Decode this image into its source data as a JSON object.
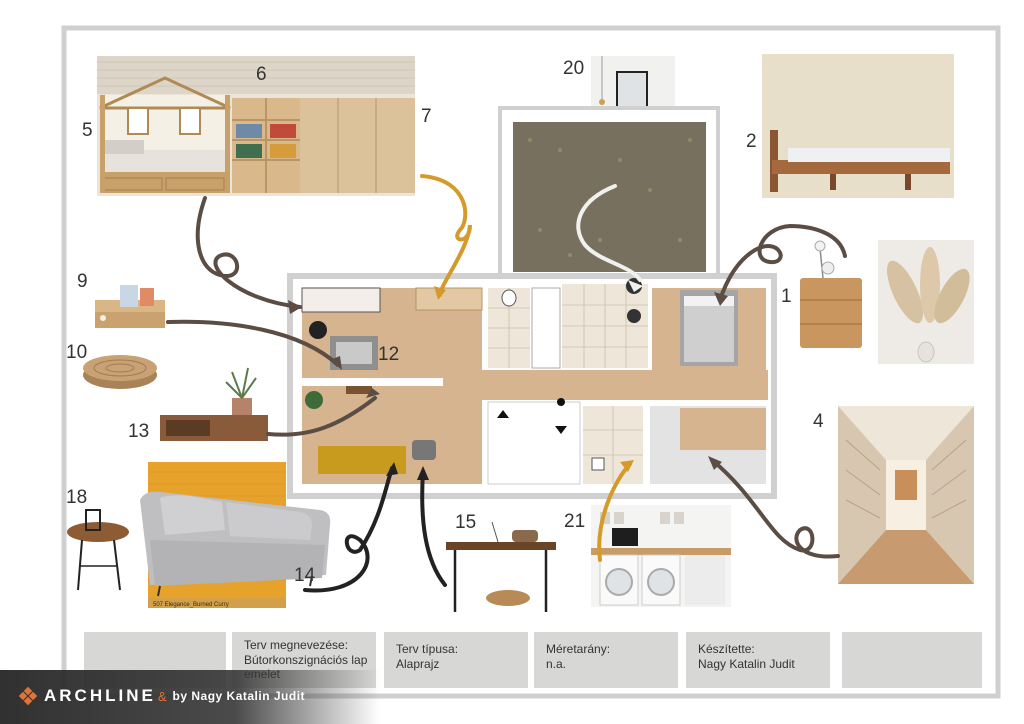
{
  "board": {
    "item_numbers": [
      "1",
      "2",
      "4",
      "5",
      "6",
      "7",
      "9",
      "10",
      "12",
      "13",
      "14",
      "15",
      "18",
      "20",
      "21"
    ],
    "swatch_caption": "507 Elegance_Burned Curry"
  },
  "title_block": {
    "name_label": "Terv megnevezése:",
    "name_value": "Bútorkonszignációs lap emelet",
    "type_label": "Terv típusa:",
    "type_value": "Alaprajz",
    "scale_label": "Méretarány:",
    "scale_value": "n.a.",
    "author_label": "Készítette:",
    "author_value": "Nagy Katalin Judit"
  },
  "footer": {
    "logo_text": "ARCHLINE",
    "logo_suffix": "&",
    "byline": "by Nagy Katalin Judit"
  },
  "colors": {
    "arrow_brown": "#5b4d44",
    "arrow_ochre": "#d49a2a",
    "floor_wood": "#d5b48f",
    "tile": "#efe6da",
    "frame": "#cfcfcf",
    "accent": "#e0733a"
  }
}
